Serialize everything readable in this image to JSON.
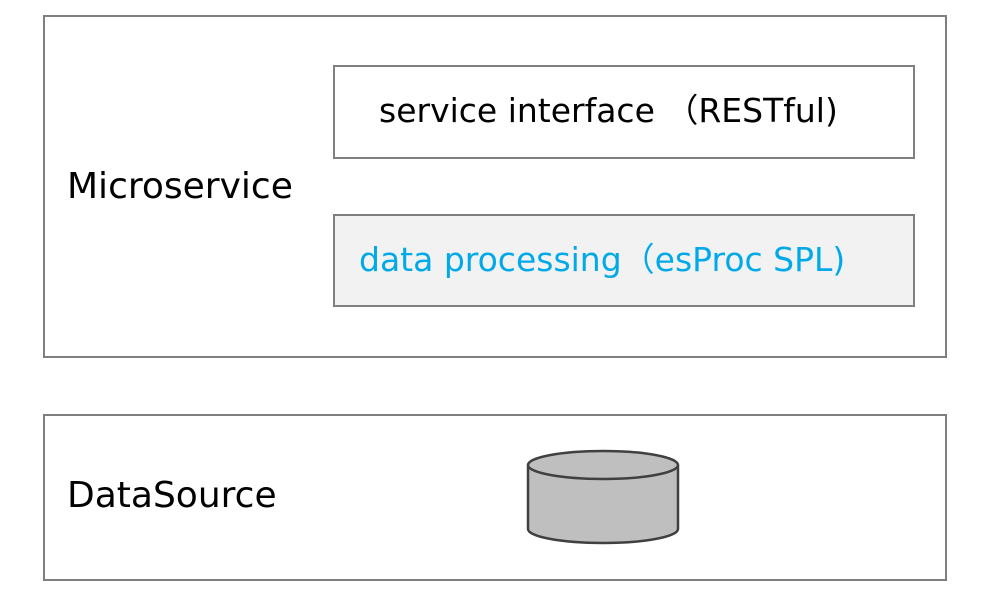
{
  "diagram": {
    "microservice_layer": {
      "label": "Microservice",
      "service_interface": {
        "text": "service interface （RESTful)"
      },
      "data_processing": {
        "text": "data processing（esProc SPL)",
        "text_color": "#00a9e8",
        "fill_color": "#f2f2f2"
      }
    },
    "datasource_layer": {
      "label": "DataSource",
      "icon": "database-cylinder-icon",
      "icon_fill": "#bfbfbf",
      "icon_stroke": "#404040"
    },
    "colors": {
      "border": "#7f7f7f",
      "text": "#000000"
    }
  }
}
